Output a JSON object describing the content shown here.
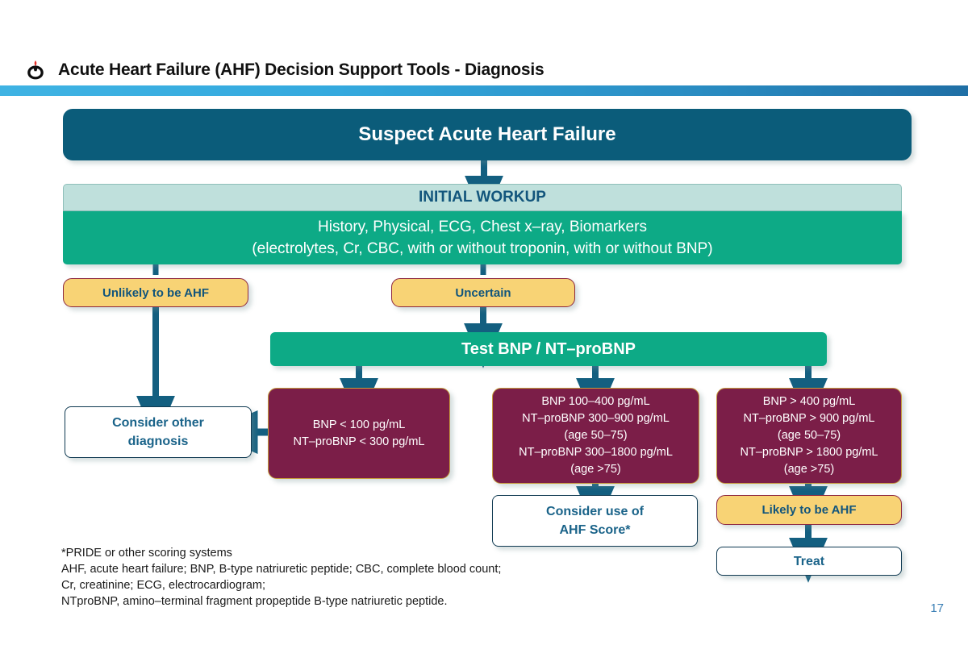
{
  "header": {
    "title": "Acute Heart Failure (AHF) Decision Support Tools - Diagnosis",
    "logo_icon": "heart-flame-logo-icon"
  },
  "flow": {
    "suspect": "Suspect Acute Heart Failure",
    "workup_header": "INITIAL WORKUP",
    "workup_lines": [
      "History, Physical, ECG, Chest x–ray, Biomarkers",
      "(electrolytes, Cr, CBC, with or without troponin, with or without BNP)"
    ],
    "unlikely": "Unlikely to be AHF",
    "uncertain": "Uncertain",
    "test_bnp": "Test BNP / NT–proBNP",
    "bnp_low_lines": [
      "BNP < 100 pg/mL",
      "NT–proBNP < 300 pg/mL"
    ],
    "bnp_mid_lines": [
      "BNP 100–400 pg/mL",
      "NT–proBNP 300–900 pg/mL",
      "(age 50–75)",
      "NT–proBNP 300–1800 pg/mL",
      "(age >75)"
    ],
    "bnp_high_lines": [
      "BNP > 400 pg/mL",
      "NT–proBNP > 900 pg/mL",
      "(age 50–75)",
      "NT–proBNP > 1800 pg/mL",
      "(age >75)"
    ],
    "consider_other_lines": [
      "Consider other",
      "diagnosis"
    ],
    "ahf_score_lines": [
      "Consider use of",
      "AHF Score*"
    ],
    "likely": "Likely to be AHF",
    "treat": "Treat"
  },
  "footnotes": [
    "*PRIDE or other scoring systems",
    "AHF, acute heart failure; BNP, B-type natriuretic peptide; CBC, complete blood count;",
    "Cr, creatinine; ECG, electrocardiogram;",
    "NTproBNP, amino–terminal fragment propeptide B-type natriuretic peptide."
  ],
  "page_number": "17",
  "colors": {
    "banner_blue": "#0b5c7a",
    "workup_header_teal": "#bfe0dc",
    "green": "#0daa86",
    "yellow": "#f8d375",
    "maroon": "#7b1e48",
    "gold_border": "#c69a3c",
    "arrow_teal": "#135f80",
    "page_number_blue": "#3b7fb5"
  }
}
